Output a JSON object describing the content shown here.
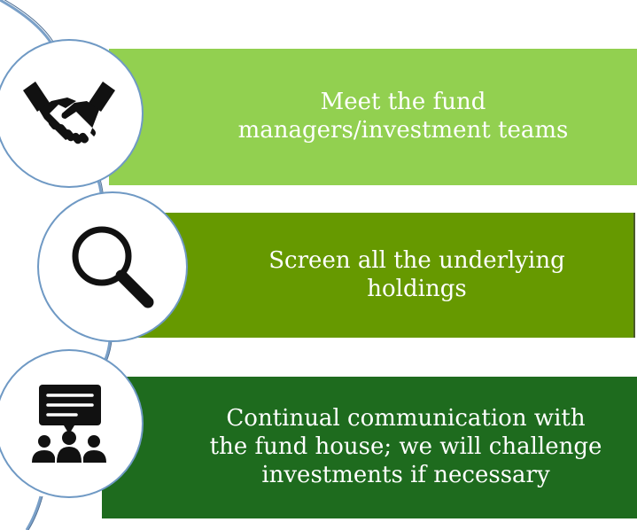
{
  "colors": {
    "band_1": "#92d050",
    "band_2": "#669900",
    "band_3": "#1e6b1e",
    "circle_border": "#6f99c4",
    "connector": "#7aa0c8",
    "icon": "#111111"
  },
  "steps": [
    {
      "icon": "handshake-icon",
      "lines": [
        "Meet the fund",
        "managers/investment teams"
      ]
    },
    {
      "icon": "magnifier-icon",
      "lines": [
        "Screen all the underlying",
        "holdings"
      ]
    },
    {
      "icon": "meeting-presentation-icon",
      "lines": [
        "Continual communication with",
        "the fund house; we will challenge",
        "investments if necessary"
      ]
    }
  ]
}
